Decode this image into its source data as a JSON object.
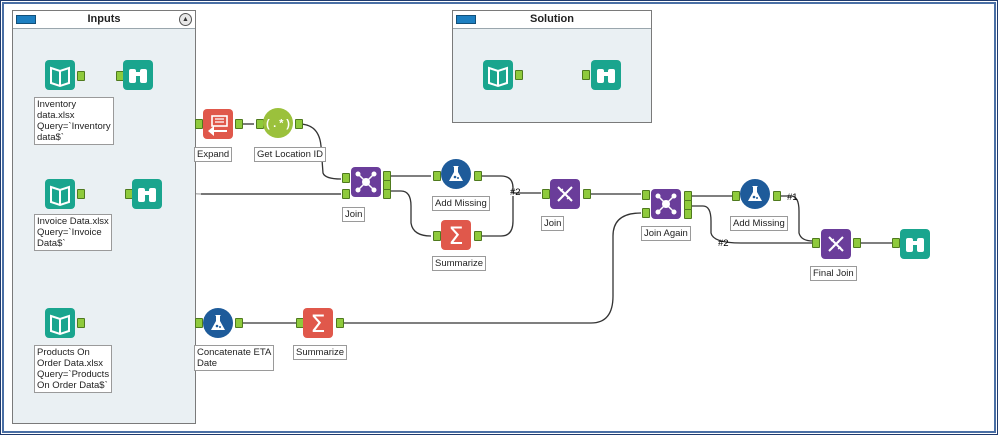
{
  "containers": {
    "inputs_title": "Inputs",
    "solution_title": "Solution"
  },
  "labels": {
    "inventory": "Inventory\ndata.xlsx\nQuery=`Inventory\ndata$`",
    "invoice": "Invoice Data.xlsx\nQuery=`Invoice\nData$`",
    "products": "Products On\nOrder Data.xlsx\nQuery=`Products\nOn Order Data$`",
    "expand": "Expand",
    "get_location": "Get Location ID",
    "join1": "Join",
    "add_missing1": "Add Missing",
    "summarize1": "Summarize",
    "join2": "Join",
    "join_again": "Join Again",
    "add_missing2": "Add Missing",
    "final_join": "Final Join",
    "concat": "Concatenate ETA\nDate",
    "summarize2": "Summarize"
  },
  "tags": {
    "t1": "#2",
    "t2": "#1",
    "t3": "#2"
  },
  "colors": {
    "input_tool": "#1aa58e",
    "browse_tool": "#1aa58e",
    "formula_tool": "#e0584b",
    "regex_tool": "#9bc13c",
    "join_tool": "#6a3d9a",
    "union_tool": "#1e5b9a",
    "anchor": "#8fca3c",
    "container_bg": "#eaf0f3"
  },
  "icons": [
    "book-input-icon",
    "binoculars-browse-icon",
    "expand-formula-icon",
    "regex-icon",
    "join-icon",
    "formula-flask-icon",
    "summarize-sigma-icon",
    "dna-join-icon"
  ]
}
